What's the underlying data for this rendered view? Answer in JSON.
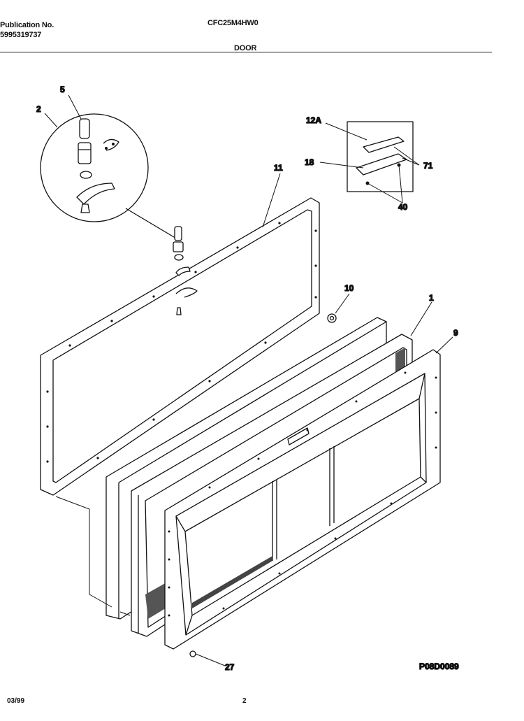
{
  "header": {
    "publication_label": "Publication No.",
    "publication_number": "5995319737",
    "model": "CFC25M4HW0",
    "section": "DOOR"
  },
  "labels": {
    "p2": "2",
    "p5": "5",
    "p11": "11",
    "p12a": "12A",
    "p18": "18",
    "p71": "71",
    "p40": "40",
    "p10": "10",
    "p1": "1",
    "p9": "9",
    "p27": "27"
  },
  "diagram_code": "P08D0089",
  "footer": {
    "date": "03/99",
    "page": "2"
  }
}
